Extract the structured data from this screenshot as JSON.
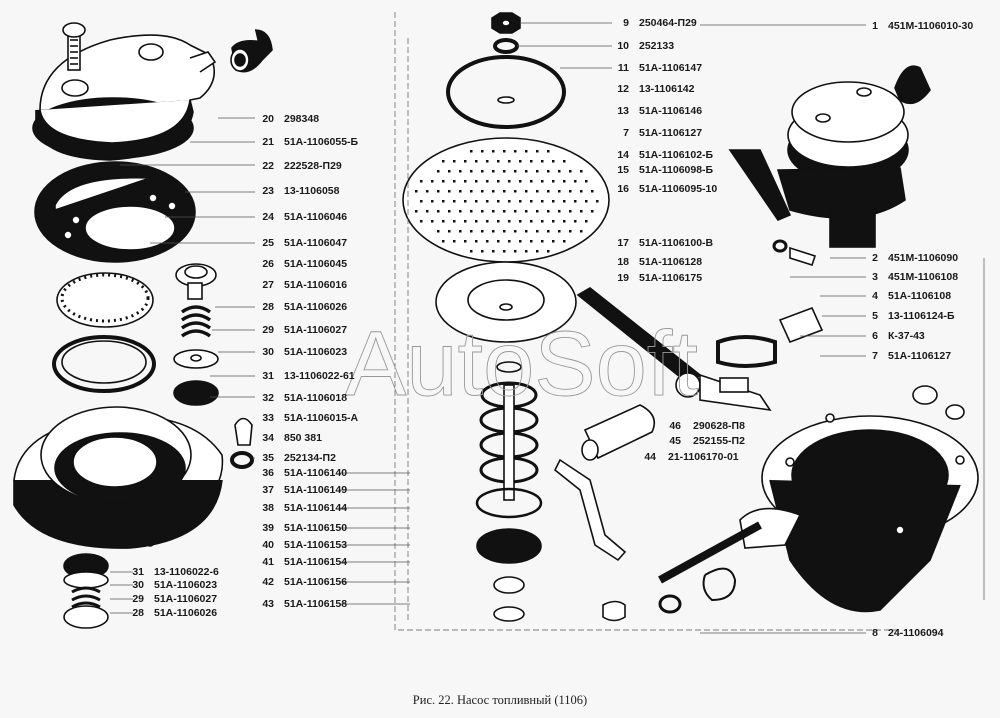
{
  "figure": {
    "caption": "Рис. 22. Насос топливный (1106)",
    "watermark": "AutoSoft"
  },
  "callouts": {
    "left_column": [
      {
        "num": "20",
        "code": "298348"
      },
      {
        "num": "21",
        "code": "51А-1106055-Б"
      },
      {
        "num": "22",
        "code": "222528-П29"
      },
      {
        "num": "23",
        "code": "13-1106058"
      },
      {
        "num": "24",
        "code": "51А-1106046"
      },
      {
        "num": "25",
        "code": "51А-1106047"
      },
      {
        "num": "26",
        "code": "51А-1106045"
      },
      {
        "num": "27",
        "code": "51А-1106016"
      },
      {
        "num": "28",
        "code": "51А-1106026"
      },
      {
        "num": "29",
        "code": "51А-1106027"
      },
      {
        "num": "30",
        "code": "51А-1106023"
      },
      {
        "num": "31",
        "code": "13-1106022-61"
      },
      {
        "num": "32",
        "code": "51А-1106018"
      },
      {
        "num": "33",
        "code": "51А-1106015-А"
      },
      {
        "num": "34",
        "code": "850 381"
      },
      {
        "num": "35",
        "code": "252134-П2"
      },
      {
        "num": "36",
        "code": "51А-1106140"
      },
      {
        "num": "37",
        "code": "51А-1106149"
      },
      {
        "num": "38",
        "code": "51А-1106144"
      },
      {
        "num": "39",
        "code": "51А-1106150"
      },
      {
        "num": "40",
        "code": "51А-1106153"
      },
      {
        "num": "41",
        "code": "51А-1106154"
      },
      {
        "num": "42",
        "code": "51А-1106156"
      },
      {
        "num": "43",
        "code": "51А-1106158"
      }
    ],
    "bottom_left": [
      {
        "num": "31",
        "code": "13-1106022-6"
      },
      {
        "num": "30",
        "code": "51А-1106023"
      },
      {
        "num": "29",
        "code": "51А-1106027"
      },
      {
        "num": "28",
        "code": "51А-1106026"
      }
    ],
    "center_column": [
      {
        "num": "9",
        "code": "250464-П29"
      },
      {
        "num": "10",
        "code": "252133"
      },
      {
        "num": "11",
        "code": "51А-1106147"
      },
      {
        "num": "12",
        "code": "13-1106142"
      },
      {
        "num": "13",
        "code": "51А-1106146"
      },
      {
        "num": "7",
        "code": "51А-1106127"
      },
      {
        "num": "14",
        "code": "51А-1106102-Б"
      },
      {
        "num": "15",
        "code": "51А-1106098-Б"
      },
      {
        "num": "16",
        "code": "51А-1106095-10"
      },
      {
        "num": "17",
        "code": "51А-1106100-В"
      },
      {
        "num": "18",
        "code": "51А-1106128"
      },
      {
        "num": "19",
        "code": "51А-1106175"
      }
    ],
    "center_lower": [
      {
        "num": "46",
        "code": "290628-П8"
      },
      {
        "num": "45",
        "code": "252155-П2"
      },
      {
        "num": "44",
        "code": "21-1106170-01"
      }
    ],
    "right_column": [
      {
        "num": "1",
        "code": "451М-1106010-30"
      },
      {
        "num": "2",
        "code": "451М-1106090"
      },
      {
        "num": "3",
        "code": "451М-1106108"
      },
      {
        "num": "4",
        "code": "51А-1106108"
      },
      {
        "num": "5",
        "code": "13-1106124-Б"
      },
      {
        "num": "6",
        "code": "К-37-43"
      },
      {
        "num": "7",
        "code": "51А-1106127"
      },
      {
        "num": "8",
        "code": "24-1106094"
      }
    ]
  }
}
